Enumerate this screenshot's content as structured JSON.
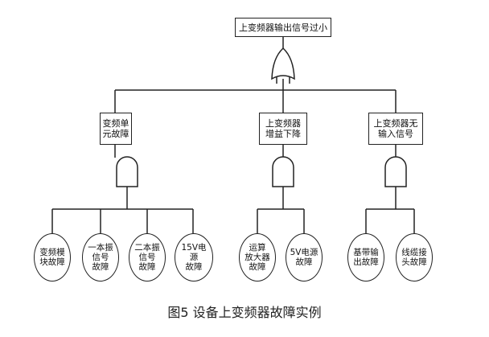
{
  "top_event": "上变频器输出信号过小",
  "intermediate": [
    {
      "label": "变频单\n元故障"
    },
    {
      "label": "上变频器\n增益下降"
    },
    {
      "label": "上变频器无\n输入信号"
    }
  ],
  "basic_events": [
    {
      "label": "变频模\n块故障"
    },
    {
      "label": "一本振\n信号\n故障"
    },
    {
      "label": "二本振\n信号\n故障"
    },
    {
      "label": "15V电源\n故障"
    },
    {
      "label": "运算\n放大器\n故障"
    },
    {
      "label": "5V电源\n故障"
    },
    {
      "label": "基带输\n出故障"
    },
    {
      "label": "线缆接\n头故障"
    }
  ],
  "gates": {
    "top": "OR",
    "intermediate": [
      "AND",
      "AND",
      "AND"
    ]
  },
  "caption": "图5  设备上变频器故障实例"
}
